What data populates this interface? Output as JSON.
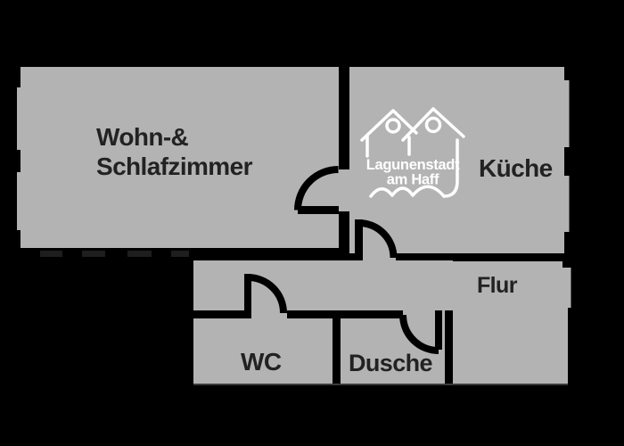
{
  "plan": {
    "rooms": {
      "living_bedroom": {
        "line1": "Wohn-&",
        "line2": "Schlafzimmer"
      },
      "kitchen": {
        "label": "Küche"
      },
      "hallway": {
        "label": "Flur"
      },
      "wc": {
        "label": "WC"
      },
      "shower": {
        "label": "Dusche"
      }
    },
    "logo": {
      "line1": "Lagunenstadt",
      "line2": "am Haff"
    },
    "colors": {
      "background": "#000000",
      "room_fill": "#b3b3b3",
      "walls_and_text": "#1f1f1f",
      "logo": "#ffffff"
    }
  }
}
